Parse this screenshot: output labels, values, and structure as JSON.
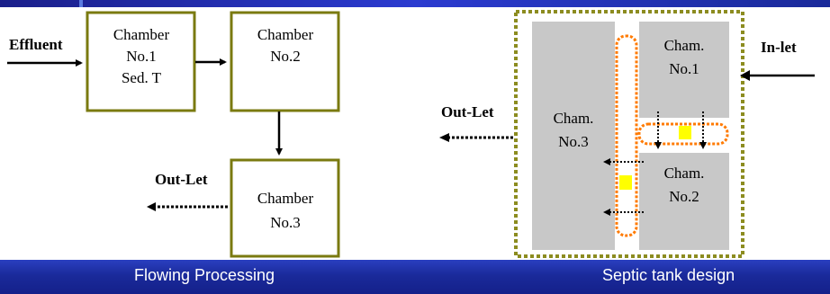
{
  "flow_diagram": {
    "input_label": "Effluent",
    "chamber1": [
      "Chamber",
      "No.1",
      "Sed. T"
    ],
    "chamber2": [
      "Chamber",
      "No.2"
    ],
    "chamber3": [
      "Chamber",
      "No.3"
    ],
    "output_label": "Out-Let"
  },
  "tank_design": {
    "inlet_label": "In-let",
    "outlet_label": "Out-Let",
    "cham1": [
      "Cham.",
      "No.1"
    ],
    "cham2": [
      "Cham.",
      "No.2"
    ],
    "cham3": [
      "Cham.",
      "No.3"
    ]
  },
  "footer": {
    "left_caption": "Flowing Processing",
    "right_caption": "Septic tank design"
  },
  "colors": {
    "box_border": "#7a7a10",
    "dotted_frame": "#8c8c20",
    "orange_path": "#ff7a00",
    "chamber_fill": "#c8c8c8",
    "marker": "#ffff00",
    "footer": "#1a2a9a"
  }
}
